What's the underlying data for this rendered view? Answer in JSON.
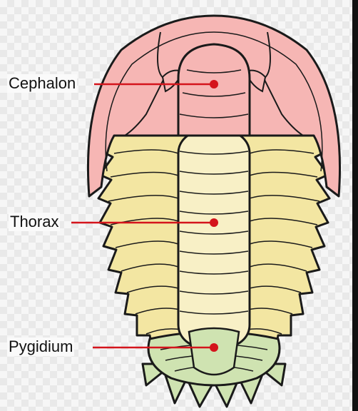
{
  "labels": {
    "cephalon": "Cephalon",
    "thorax": "Thorax",
    "pygidium": "Pygidium"
  },
  "colors": {
    "cephalon": "#f6b6b4",
    "thorax": "#f3e6a2",
    "axis": "#f8f0c6",
    "pygidium": "#cfe3b1",
    "outline": "#1a1a1a",
    "pointer": "#d4141c"
  }
}
